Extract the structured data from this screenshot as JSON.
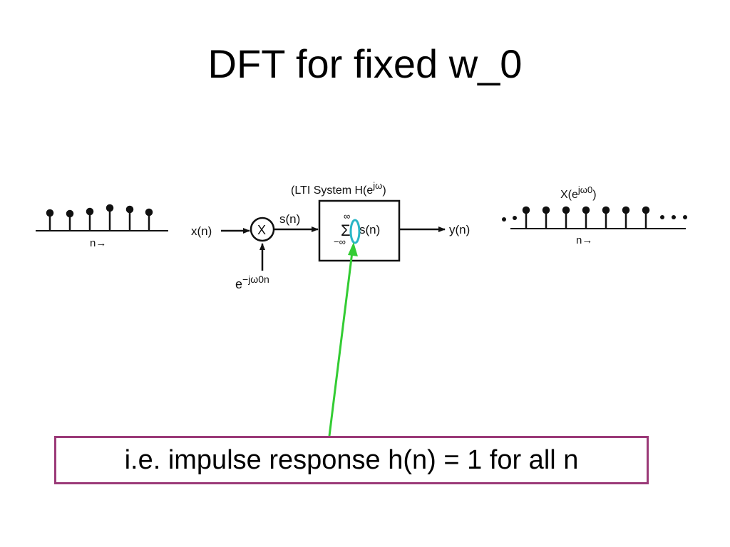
{
  "slide": {
    "title": "DFT for fixed w_0"
  },
  "diagram": {
    "left_axis_label": "n→",
    "input_label": "x(n)",
    "multiplier_symbol": "X",
    "mod_base": "e",
    "mod_exponent": "−jω0n",
    "mult_output_label": "s(n)",
    "system_caption": "(LTI System H(e",
    "system_caption_exp": "jω",
    "system_caption_close": ")",
    "sum_upper": "∞",
    "sum_symbol": "Σ",
    "sum_lower": "−∞",
    "sum_argument": "s(n)",
    "output_label": "y(n)",
    "right_caption": "X(e",
    "right_caption_exp": "jω0",
    "right_caption_close": ")",
    "right_axis_label": "n→",
    "highlight_color": "#29b6c6",
    "arrow_color": "#33cc33"
  },
  "note": {
    "text": "i.e. impulse response h(n) = 1 for all n",
    "border_color": "#9b3a78"
  }
}
